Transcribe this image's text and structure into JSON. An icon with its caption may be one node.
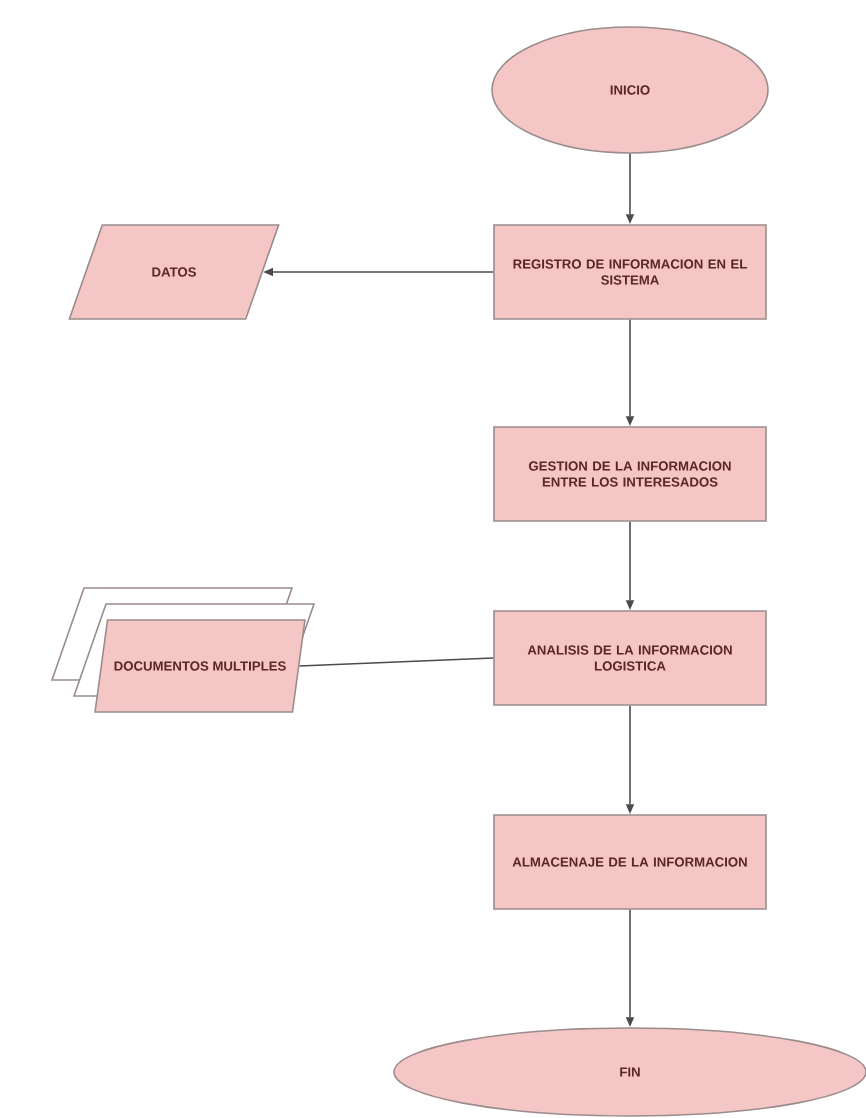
{
  "diagram": {
    "nodes": [
      {
        "text": [
          "INICIO"
        ]
      },
      {
        "text": [
          "REGISTRO DE INFORMACION EN EL SISTEMA"
        ]
      },
      {
        "text": [
          "DATOS"
        ]
      },
      {
        "text": [
          "GESTION DE LA INFORMACION ENTRE LOS INTERESADOS"
        ]
      },
      {
        "text": [
          "ANALISIS DE LA INFORMACION LOGISTICA"
        ]
      },
      {
        "text": [
          "DOCUMENTOS MULTIPLES"
        ]
      },
      {
        "text": [
          "ALMACENAJE DE LA INFORMACION"
        ]
      },
      {
        "text": [
          "FIN"
        ]
      }
    ],
    "edges": [
      {
        "from": 0,
        "to": 1,
        "arrow": "to"
      },
      {
        "from": 1,
        "to": 2,
        "arrow": "to"
      },
      {
        "from": 1,
        "to": 3,
        "arrow": "to"
      },
      {
        "from": 3,
        "to": 4,
        "arrow": "to"
      },
      {
        "from": 4,
        "to": 5,
        "arrow": "none"
      },
      {
        "from": 4,
        "to": 6,
        "arrow": "to"
      },
      {
        "from": 6,
        "to": 7,
        "arrow": "to"
      }
    ]
  }
}
